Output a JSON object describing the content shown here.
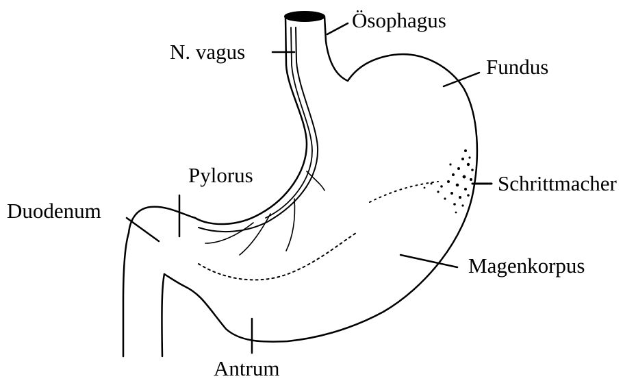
{
  "labels": {
    "oesophagus": "Ösophagus",
    "vagus": "N. vagus",
    "fundus": "Fundus",
    "pylorus": "Pylorus",
    "duodenum": "Duodenum",
    "pacemaker": "Schrittmacher",
    "corpus": "Magenkorpus",
    "antrum": "Antrum"
  },
  "colors": {
    "ink": "#000000",
    "paper": "#ffffff"
  }
}
